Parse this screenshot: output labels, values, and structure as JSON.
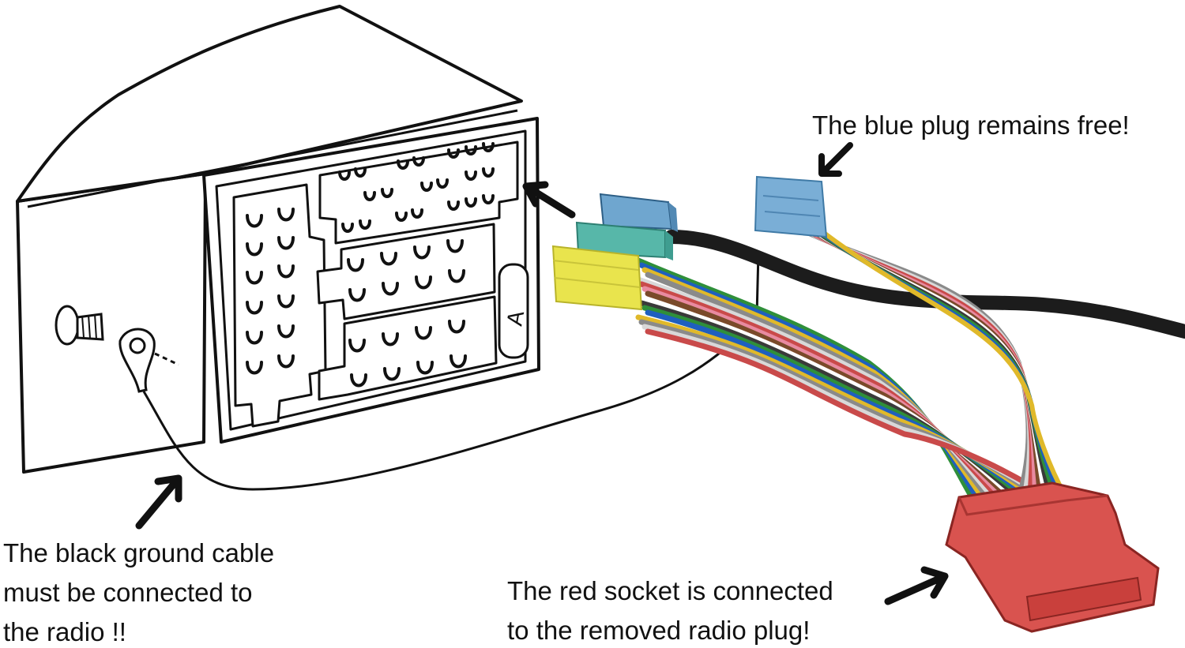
{
  "callouts": {
    "blue_plug": [
      "The blue plug remains free!"
    ],
    "ground_cable": [
      "The black ground cable",
      "must be connected to",
      "the radio !!"
    ],
    "red_socket": [
      "The red socket is connected",
      "to the removed radio plug!"
    ]
  },
  "radio_label": "A",
  "colors": {
    "ink": "#111111",
    "blue_plug": "#6fa6cf",
    "teal_plug": "#57b7a9",
    "yellow_plug": "#e9e44d",
    "red_socket": "#d9534f",
    "cable": "#1c1c1c"
  },
  "wire_colors": [
    "#2f8f3a",
    "#1f5fbf",
    "#e0b92a",
    "#8a8a8a",
    "#d8d8d8",
    "#c94a4a",
    "#e88aa0",
    "#7a4a2a",
    "#ffffff",
    "#3a3a3a"
  ],
  "icons": [
    "arrow-icon",
    "screw-icon",
    "ring-terminal-icon"
  ]
}
